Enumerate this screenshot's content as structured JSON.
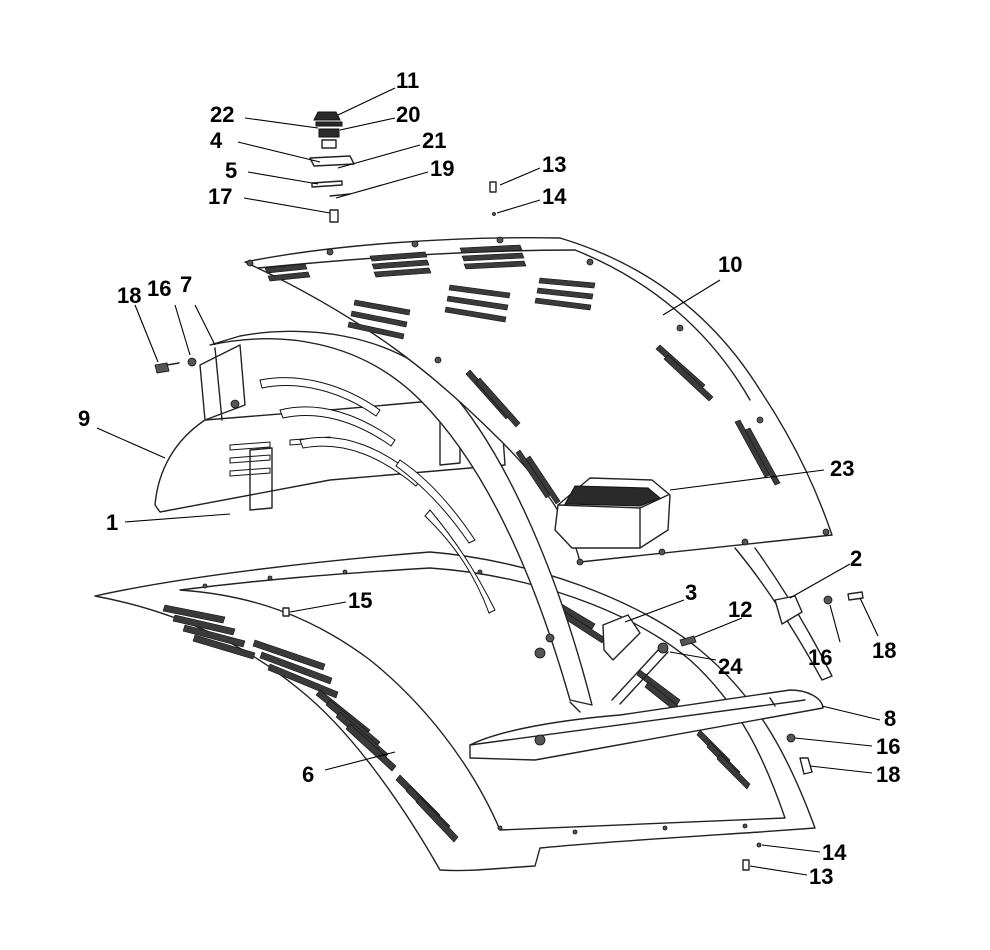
{
  "callouts": [
    "11",
    "22",
    "20",
    "4",
    "21",
    "5",
    "19",
    "13",
    "17",
    "14",
    "10",
    "18",
    "16",
    "7",
    "9",
    "23",
    "1",
    "2",
    "15",
    "3",
    "12",
    "16",
    "18",
    "24",
    "8",
    "16",
    "18",
    "6",
    "14",
    "13"
  ]
}
